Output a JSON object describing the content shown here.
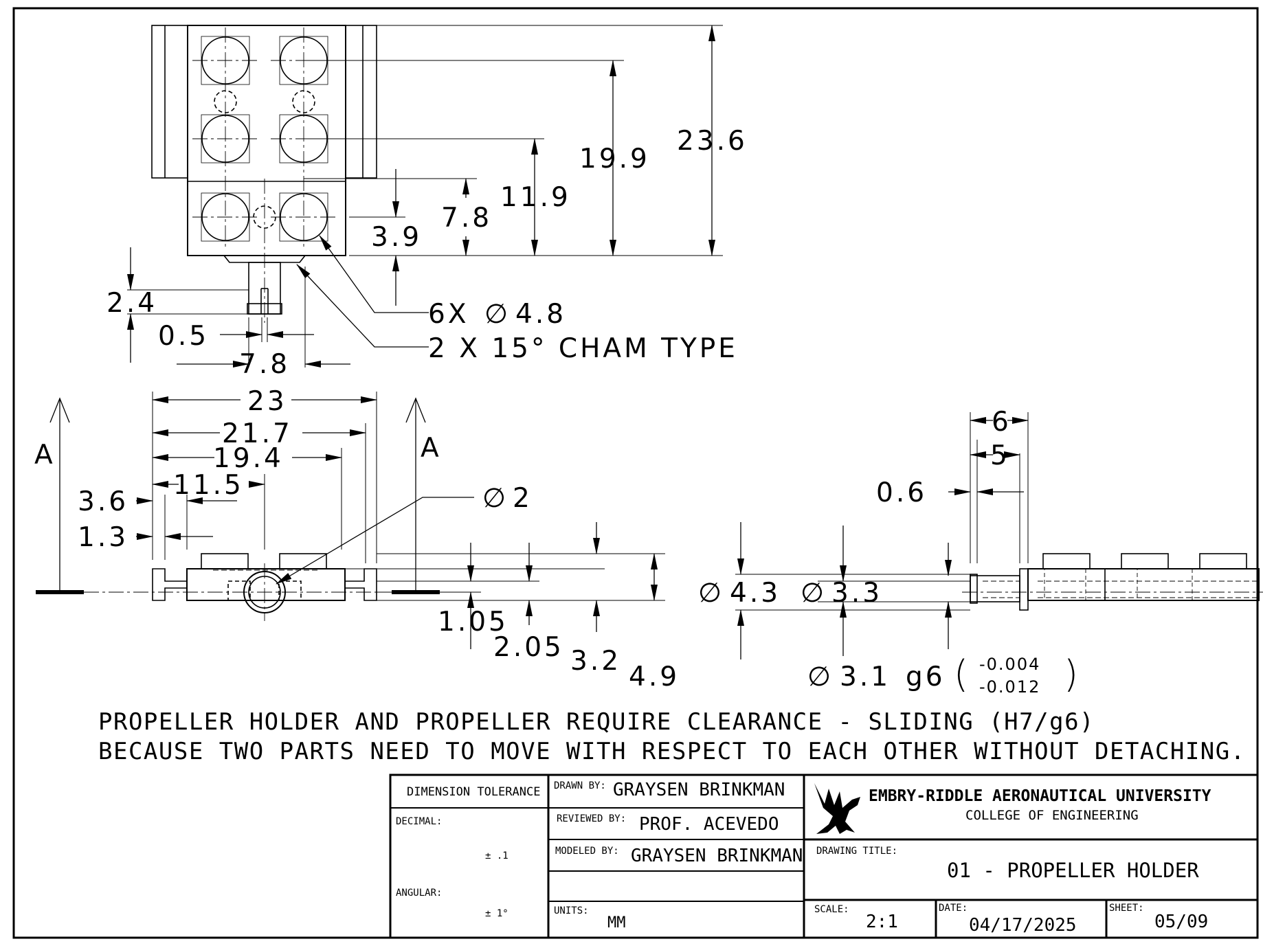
{
  "top_view": {
    "height_overall": "23.6",
    "height_upper_holes": "19.9",
    "height_mid_holes": "11.9",
    "height_hole_pair": "7.8",
    "height_lower_holes": "3.9",
    "stem_height": "2.4",
    "slot_width": "0.5",
    "stem_width": "7.8",
    "hole_callout": "6X",
    "hole_diameter": "4.8",
    "chamfer_callout": "2 X 15° CHAM TYPE",
    "diameter_symbol": "∅"
  },
  "front_view": {
    "width_overall": "23",
    "width_21": "21.7",
    "width_19": "19.4",
    "width_11": "11.5",
    "offset_3": "3.6",
    "offset_1": "1.3",
    "hub_diameter": "2",
    "section_label": "A",
    "section_label_right": "A",
    "h_1": "1.05",
    "h_2": "2.05",
    "h_3": "3.2",
    "h_4": "4.9"
  },
  "side_view": {
    "length_6": "6",
    "length_5": "5",
    "step": "0.6",
    "dia_outer": "4.3",
    "dia_inner": "3.3",
    "dia_fit": "3.1",
    "fit_class": "g6",
    "tol_upper": "-0.004",
    "tol_lower": "-0.012",
    "paren_left": "(",
    "paren_right": ")"
  },
  "notes": {
    "line1": "PROPELLER HOLDER AND PROPELLER REQUIRE CLEARANCE - SLIDING (H7/g6)",
    "line2": "BECAUSE TWO PARTS NEED TO MOVE WITH RESPECT TO EACH OTHER WITHOUT DETACHING."
  },
  "title_block": {
    "dimension_tolerance": "DIMENSION TOLERANCE",
    "decimal_label": "DECIMAL:",
    "decimal_value": "± .1",
    "angular_label": "ANGULAR:",
    "angular_value": "± 1°",
    "drawn_by_label": "DRAWN BY:",
    "drawn_by": "GRAYSEN BRINKMAN",
    "reviewed_by_label": "REVIEWED BY:",
    "reviewed_by": "PROF. ACEVEDO",
    "modeled_by_label": "MODELED BY:",
    "modeled_by": "GRAYSEN BRINKMAN",
    "units_label": "UNITS:",
    "units": "MM",
    "university": "EMBRY-RIDDLE AERONAUTICAL UNIVERSITY",
    "college": "COLLEGE OF ENGINEERING",
    "drawing_title_label": "DRAWING TITLE:",
    "drawing_title": "01 - PROPELLER HOLDER",
    "scale_label": "SCALE:",
    "scale": "2:1",
    "date_label": "DATE:",
    "date": "04/17/2025",
    "sheet_label": "SHEET:",
    "sheet": "05/09",
    "logo": "eagle-logo"
  }
}
